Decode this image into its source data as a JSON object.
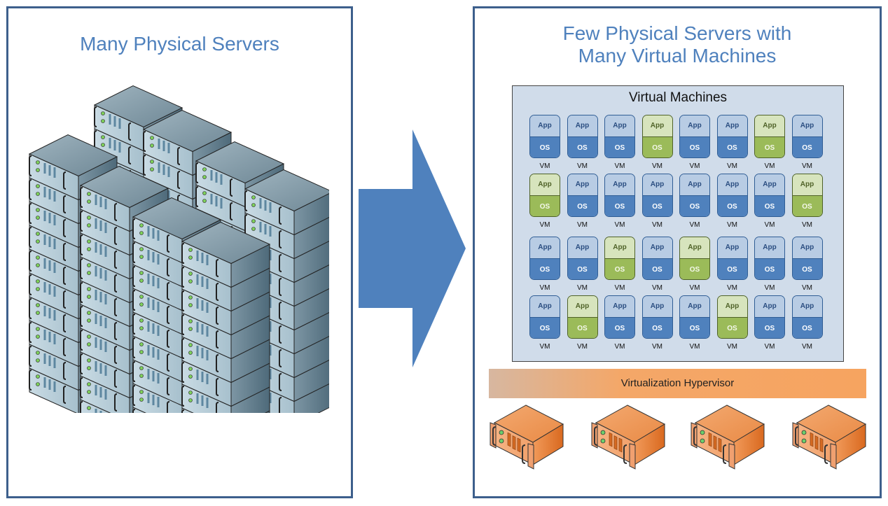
{
  "left_panel": {
    "title": "Many Physical Servers",
    "illustration": "server-rack-stack-icon"
  },
  "arrow": {
    "icon": "right-arrow-icon",
    "color": "#4f81bd"
  },
  "right_panel": {
    "title": "Few Physical Servers with\nMany Virtual Machines",
    "vm_box": {
      "title": "Virtual Machines",
      "app_label": "App",
      "os_label": "OS",
      "vm_label": "VM",
      "rows": [
        [
          "blue",
          "blue",
          "blue",
          "green",
          "blue",
          "blue",
          "green",
          "blue"
        ],
        [
          "green",
          "blue",
          "blue",
          "blue",
          "blue",
          "blue",
          "blue",
          "green"
        ],
        [
          "blue",
          "blue",
          "green",
          "blue",
          "green",
          "blue",
          "blue",
          "blue"
        ],
        [
          "blue",
          "green",
          "blue",
          "blue",
          "blue",
          "green",
          "blue",
          "blue"
        ]
      ]
    },
    "hypervisor": {
      "label": "Virtualization Hypervisor"
    },
    "physical_servers": {
      "count": 4,
      "icon": "orange-server-icon"
    }
  },
  "colors": {
    "panel_border": "#3d5f8c",
    "title_text": "#4f81bd",
    "vm_blue": "#4f81bd",
    "vm_green": "#9bbb59",
    "hypervisor": "#f6a460",
    "server_orange": "#e8823a",
    "server_steel": "#7f9bab"
  }
}
